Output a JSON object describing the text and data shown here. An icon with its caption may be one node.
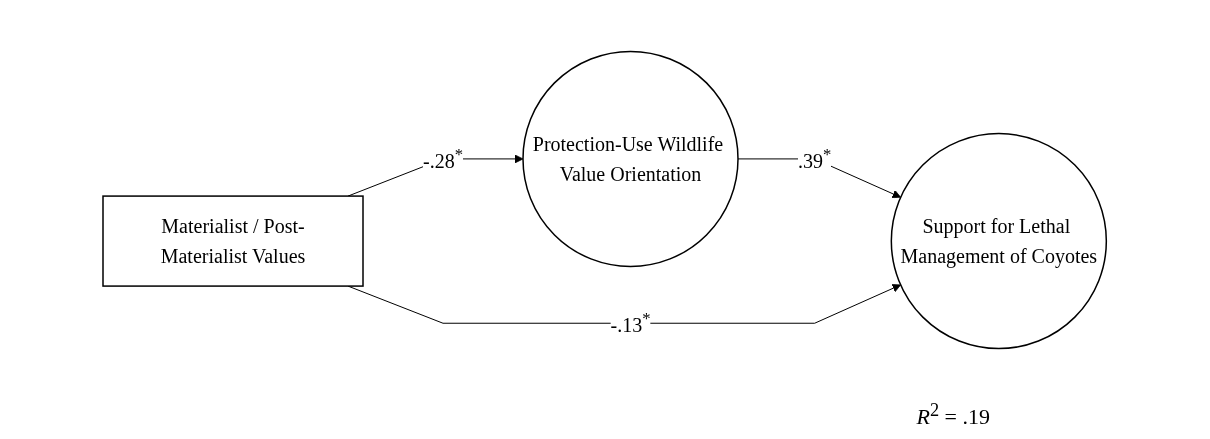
{
  "diagram": {
    "nodes": [
      {
        "text": [
          "Materialist / Post-Materialist Values"
        ]
      },
      {
        "text": [
          "Protection-Use Wildlife Value Orientation"
        ]
      },
      {
        "text": [
          "Support for Lethal Management of Coyotes"
        ],
        "beside": [
          "*R*$^{2}$ = .19"
        ]
      }
    ],
    "edges": [
      {
        "from": 0,
        "to": 1,
        "arrow": "to",
        "label": "-.28$^{*}$"
      },
      {
        "from": 1,
        "to": 2,
        "arrow": "to",
        "label": ".39$^{*}$"
      },
      {
        "from": 0,
        "to": 2,
        "arrow": "to",
        "label": "-.13$^{*}$"
      }
    ]
  }
}
